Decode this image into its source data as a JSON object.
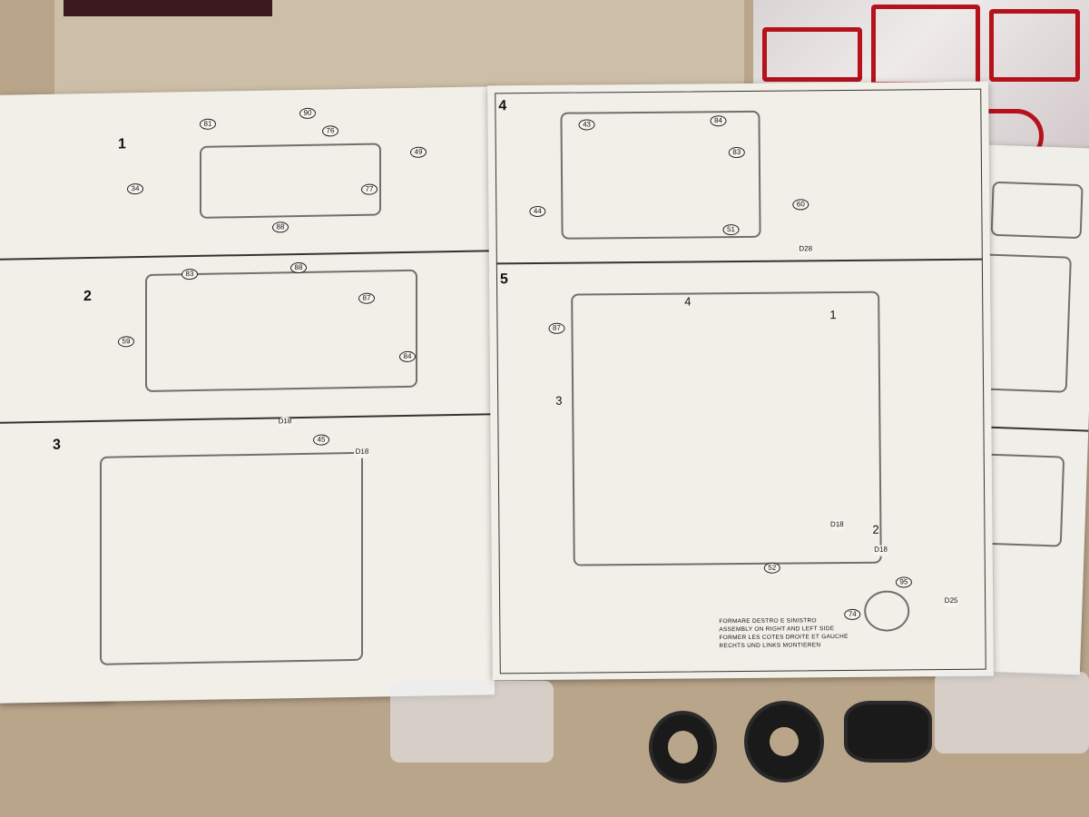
{
  "instructions": {
    "left_page": {
      "steps": [
        {
          "number": "1",
          "parts": [
            "81",
            "90",
            "76",
            "49",
            "77",
            "88",
            "34"
          ]
        },
        {
          "number": "2",
          "parts": [
            "83",
            "88",
            "87",
            "59",
            "84"
          ]
        },
        {
          "number": "3",
          "parts": [
            "45",
            "D18",
            "D18"
          ]
        }
      ]
    },
    "right_page": {
      "steps": [
        {
          "number": "4",
          "parts": [
            "43",
            "84",
            "83",
            "60",
            "51",
            "44",
            "D28"
          ]
        },
        {
          "number": "5",
          "parts": [
            "87",
            "4",
            "1",
            "3",
            "2",
            "52",
            "95",
            "74",
            "D18",
            "D18",
            "D25"
          ]
        }
      ],
      "note": [
        "FORMARE DESTRO E SINISTRO",
        "ASSEMBLY ON RIGHT AND LEFT SIDE",
        "FORMER LES COTES DROITE ET GAUCHE",
        "RECHTS UND LINKS MONTIEREN"
      ]
    }
  },
  "colors": {
    "sprue": "#b5121b",
    "paper": "#f2efe9",
    "table": "#b9a58a"
  }
}
